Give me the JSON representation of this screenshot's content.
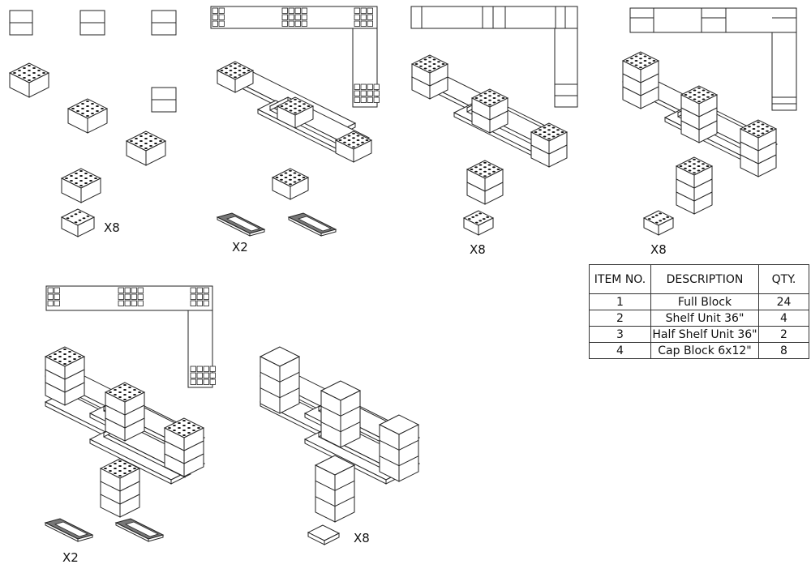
{
  "counts": {
    "step1": "X8",
    "step2": "X2",
    "step3": "X8",
    "step4": "X8",
    "step5": "X2",
    "step6": "X8"
  },
  "bom": {
    "headers": [
      "ITEM NO.",
      "DESCRIPTION",
      "QTY."
    ],
    "rows": [
      [
        "1",
        "Full Block",
        "24"
      ],
      [
        "2",
        "Shelf Unit 36\"",
        "4"
      ],
      [
        "3",
        "Half Shelf Unit 36\"",
        "2"
      ],
      [
        "4",
        "Cap Block 6x12\"",
        "8"
      ]
    ]
  }
}
